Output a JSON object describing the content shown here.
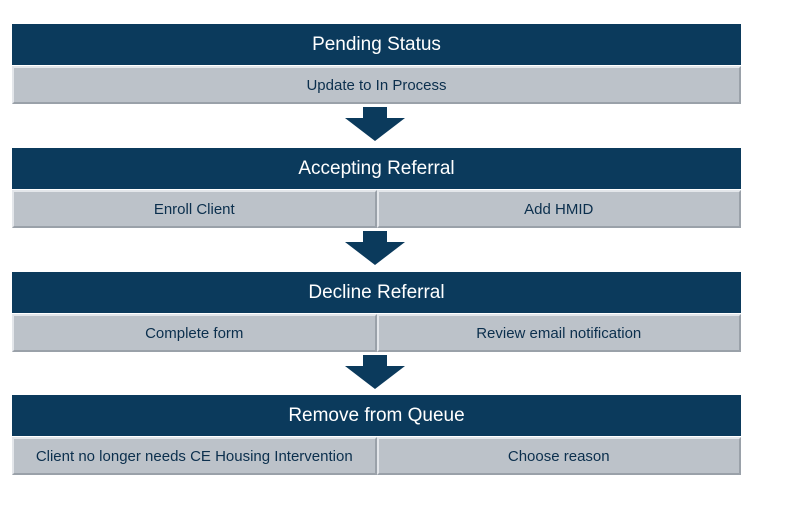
{
  "steps": [
    {
      "title": "Pending Status",
      "items": [
        "Update to In Process"
      ]
    },
    {
      "title": "Accepting Referral",
      "items": [
        "Enroll Client",
        "Add HMID"
      ]
    },
    {
      "title": "Decline Referral",
      "items": [
        "Complete form",
        "Review email notification"
      ]
    },
    {
      "title": "Remove from Queue",
      "items": [
        "Client no longer needs CE Housing Intervention",
        "Choose reason"
      ]
    }
  ],
  "colors": {
    "header": "#0b3a5c",
    "cell": "#bcc2c9",
    "arrow": "#0b3a5c"
  }
}
